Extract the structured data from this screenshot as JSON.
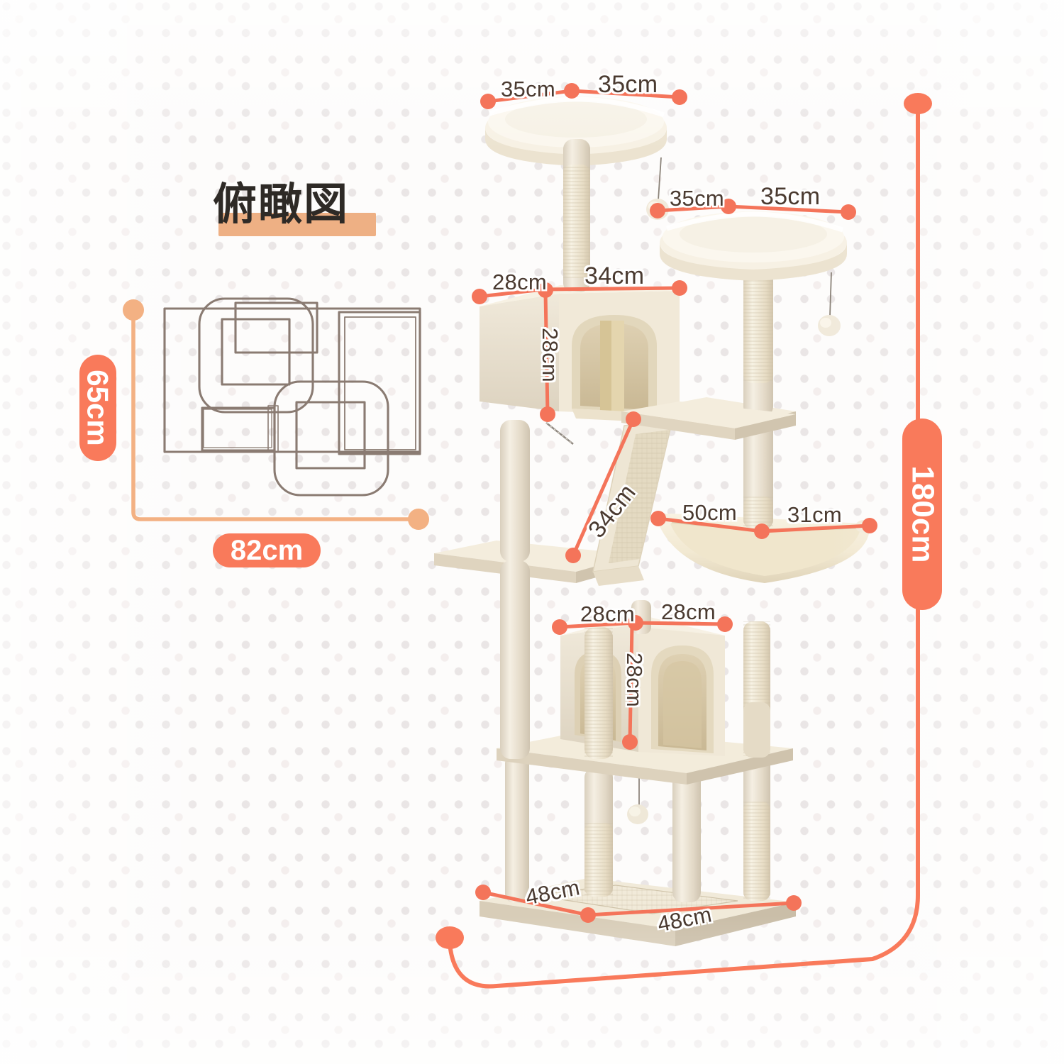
{
  "page": {
    "background_color": "#fdfcfb",
    "accent_color": "#f97a5b",
    "accent_light_color": "#f3b183",
    "outline_color": "#8a7b72",
    "label_text_color": "#4a3a30"
  },
  "topview": {
    "title": "俯瞰図",
    "title_highlight_color": "#eeb084",
    "width_label": "82cm",
    "depth_label": "65cm"
  },
  "overall": {
    "height_label": "180cm"
  },
  "dimensions": {
    "top_perch_left": "35cm",
    "top_perch_right": "35cm",
    "second_perch_left": "35cm",
    "second_perch_right": "35cm",
    "upper_condo_left": "28cm",
    "upper_condo_right": "34cm",
    "upper_condo_height": "28cm",
    "ramp_length": "34cm",
    "hammock_left": "50cm",
    "hammock_right": "31cm",
    "lower_condo_left": "28cm",
    "lower_condo_right": "28cm",
    "lower_condo_height": "28cm",
    "base_left": "48cm",
    "base_right": "48cm"
  }
}
